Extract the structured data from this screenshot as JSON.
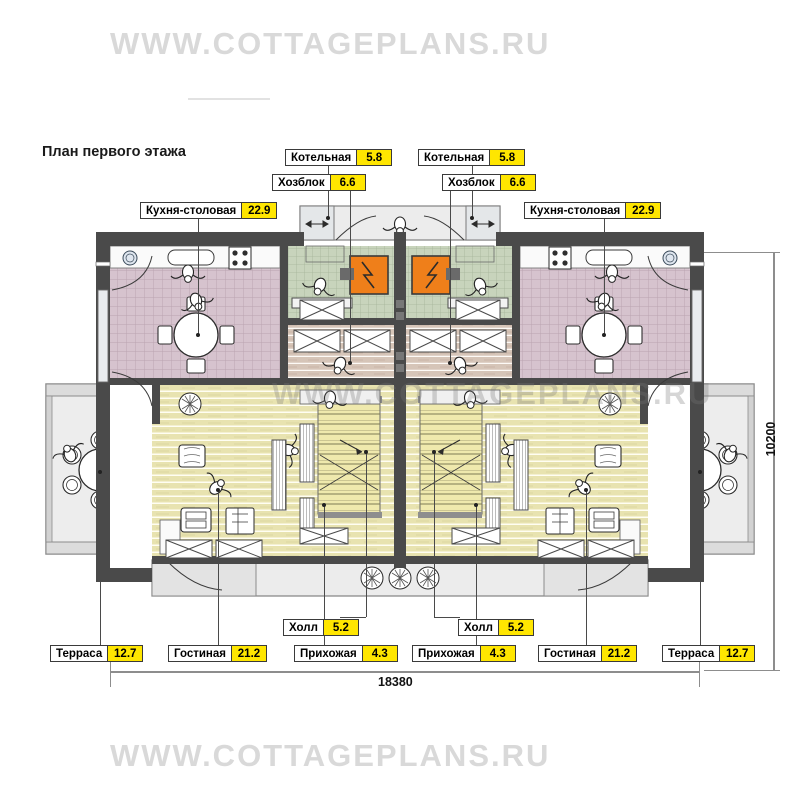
{
  "watermark": {
    "top": "WWW.COTTAGEPLANS.RU",
    "middle": "WWW.COTTAGEPLANS.RU",
    "bottom": "WWW.COTTAGEPLANS.RU"
  },
  "page": {
    "title": "План первого этажа"
  },
  "dimensions": {
    "width_mm": "18380",
    "height_mm": "10200"
  },
  "colors": {
    "highlight": "#ffe600",
    "label_border": "#3a3a3a",
    "wall": "#4a4a4a",
    "wall_light": "#9a9a9a",
    "floor_kitchen": "#d6c3ce",
    "floor_boiler": "#c8d4bc",
    "floor_utility": "#d6c5b8",
    "floor_living": "#e8e3b0",
    "floor_terrace": "#ededed",
    "boiler_unit": "#ef7f1a",
    "watermark": "#d9d9d9"
  },
  "labels": {
    "top": [
      {
        "name": "Котельная",
        "area": "5.8",
        "side": "left"
      },
      {
        "name": "Котельная",
        "area": "5.8",
        "side": "right"
      },
      {
        "name": "Хозблок",
        "area": "6.6",
        "side": "left"
      },
      {
        "name": "Хозблок",
        "area": "6.6",
        "side": "right"
      },
      {
        "name": "Кухня-столовая",
        "area": "22.9",
        "side": "left"
      },
      {
        "name": "Кухня-столовая",
        "area": "22.9",
        "side": "right"
      }
    ],
    "bottom": [
      {
        "name": "Холл",
        "area": "5.2",
        "side": "left"
      },
      {
        "name": "Холл",
        "area": "5.2",
        "side": "right"
      },
      {
        "name": "Терраса",
        "area": "12.7",
        "side": "left"
      },
      {
        "name": "Гостиная",
        "area": "21.2",
        "side": "left"
      },
      {
        "name": "Прихожая",
        "area": "4.3",
        "side": "left"
      },
      {
        "name": "Прихожая",
        "area": "4.3",
        "side": "right"
      },
      {
        "name": "Гостиная",
        "area": "21.2",
        "side": "right"
      },
      {
        "name": "Терраса",
        "area": "12.7",
        "side": "right"
      }
    ]
  },
  "rooms": [
    {
      "id": "kitchen-left",
      "name": "Кухня-столовая",
      "area": "22.9"
    },
    {
      "id": "kitchen-right",
      "name": "Кухня-столовая",
      "area": "22.9"
    },
    {
      "id": "boiler-left",
      "name": "Котельная",
      "area": "5.8"
    },
    {
      "id": "boiler-right",
      "name": "Котельная",
      "area": "5.8"
    },
    {
      "id": "utility-left",
      "name": "Хозблок",
      "area": "6.6"
    },
    {
      "id": "utility-right",
      "name": "Хозблок",
      "area": "6.6"
    },
    {
      "id": "hall-left",
      "name": "Холл",
      "area": "5.2"
    },
    {
      "id": "hall-right",
      "name": "Холл",
      "area": "5.2"
    },
    {
      "id": "entry-left",
      "name": "Прихожая",
      "area": "4.3"
    },
    {
      "id": "entry-right",
      "name": "Прихожая",
      "area": "4.3"
    },
    {
      "id": "living-left",
      "name": "Гостиная",
      "area": "21.2"
    },
    {
      "id": "living-right",
      "name": "Гостиная",
      "area": "21.2"
    },
    {
      "id": "terrace-left",
      "name": "Терраса",
      "area": "12.7"
    },
    {
      "id": "terrace-right",
      "name": "Терраса",
      "area": "12.7"
    }
  ]
}
